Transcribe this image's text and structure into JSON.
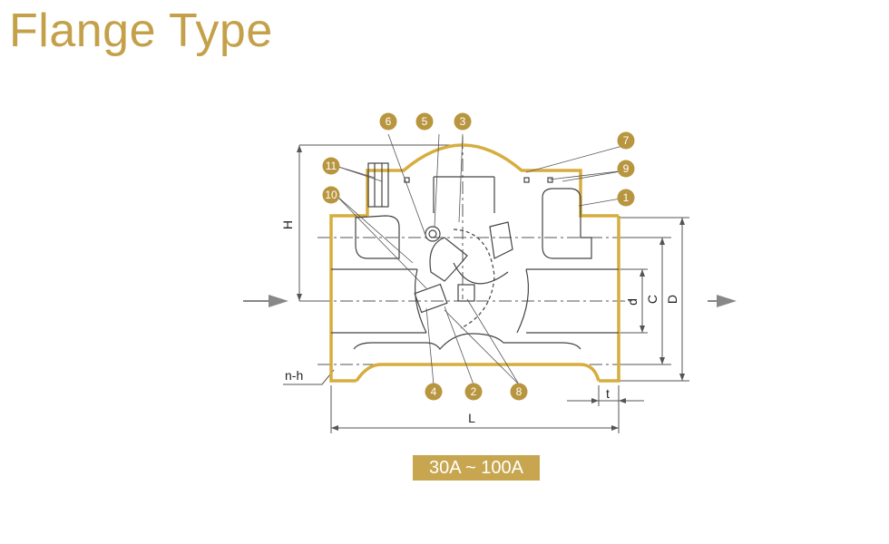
{
  "title": "Flange Type",
  "range_label": "30A ~ 100A",
  "colors": {
    "accent": "#c4a04a",
    "body_outline": "#d6ad3e",
    "line": "#555555",
    "badge": "#c7a64f"
  },
  "callouts": [
    "1",
    "2",
    "3",
    "4",
    "5",
    "6",
    "7",
    "8",
    "9",
    "10",
    "11"
  ],
  "dimensions": {
    "height": "H",
    "length": "L",
    "flange_od": "D",
    "bolt_circle": "C",
    "bore": "d",
    "flange_thickness": "t",
    "bolt_holes": "n-h"
  }
}
